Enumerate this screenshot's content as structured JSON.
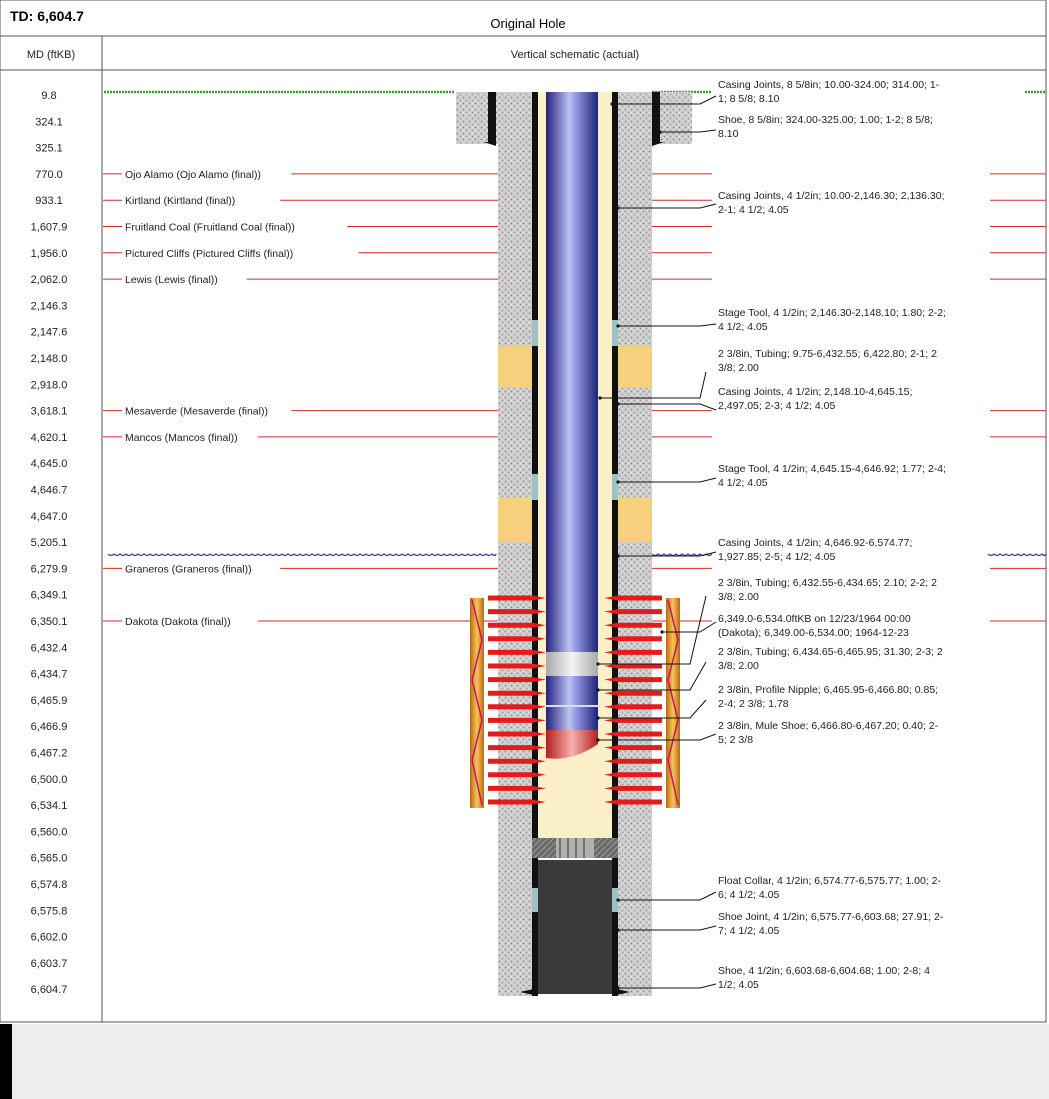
{
  "header": {
    "td": "TD: 6,604.7",
    "section": "Original Hole",
    "md_col": "MD (ftKB)",
    "schem_col": "Vertical schematic (actual)"
  },
  "md_labels": [
    "9.8",
    "324.1",
    "325.1",
    "770.0",
    "933.1",
    "1,607.9",
    "1,956.0",
    "2,062.0",
    "2,146.3",
    "2,147.6",
    "2,148.0",
    "2,918.0",
    "3,618.1",
    "4,620.1",
    "4,645.0",
    "4,646.7",
    "4,647.0",
    "5,205.1",
    "6,279.9",
    "6,349.1",
    "6,350.1",
    "6,432.4",
    "6,434.7",
    "6,465.9",
    "6,466.9",
    "6,467.2",
    "6,500.0",
    "6,534.1",
    "6,560.0",
    "6,565.0",
    "6,574.8",
    "6,575.8",
    "6,602.0",
    "6,603.7",
    "6,604.7"
  ],
  "formations": [
    {
      "md_index": 3,
      "label": "Ojo Alamo (Ojo Alamo (final))"
    },
    {
      "md_index": 4,
      "label": "Kirtland (Kirtland (final))"
    },
    {
      "md_index": 5,
      "label": "Fruitland Coal (Fruitland Coal (final))"
    },
    {
      "md_index": 6,
      "label": "Pictured Cliffs (Pictured Cliffs (final))"
    },
    {
      "md_index": 7,
      "label": "Lewis (Lewis (final))"
    },
    {
      "md_index": 12,
      "label": "Mesaverde (Mesaverde (final))"
    },
    {
      "md_index": 13,
      "label": "Mancos (Mancos (final))"
    },
    {
      "md_index": 18,
      "label": "Graneros (Graneros (final))"
    },
    {
      "md_index": 20,
      "label": "Dakota (Dakota (final))"
    }
  ],
  "annotations": [
    {
      "lines": [
        "Casing Joints, 8 5/8in; 10.00-324.00; 314.00; 1-",
        "1; 8 5/8; 8.10"
      ]
    },
    {
      "lines": [
        "Shoe, 8 5/8in; 324.00-325.00; 1.00; 1-2; 8 5/8;",
        "8.10"
      ]
    },
    {
      "lines": [
        "Casing Joints, 4 1/2in; 10.00-2,146.30; 2,136.30;",
        "2-1; 4 1/2; 4.05"
      ]
    },
    {
      "lines": [
        "Stage Tool, 4 1/2in; 2,146.30-2,148.10; 1.80; 2-2;",
        "4 1/2; 4.05"
      ]
    },
    {
      "lines": [
        "2 3/8in, Tubing; 9.75-6,432.55; 6,422.80; 2-1; 2",
        "3/8; 2.00"
      ]
    },
    {
      "lines": [
        "Casing Joints, 4 1/2in; 2,148.10-4,645.15;",
        "2,497.05; 2-3; 4 1/2; 4.05"
      ]
    },
    {
      "lines": [
        "Stage Tool, 4 1/2in; 4,645.15-4,646.92; 1.77; 2-4;",
        "4 1/2; 4.05"
      ]
    },
    {
      "lines": [
        "Casing Joints, 4 1/2in; 4,646.92-6,574.77;",
        "1,927.85; 2-5; 4 1/2; 4.05"
      ]
    },
    {
      "lines": [
        "2 3/8in, Tubing; 6,432.55-6,434.65; 2.10; 2-2; 2",
        "3/8; 2.00"
      ]
    },
    {
      "lines": [
        "6,349.0-6,534.0ftKB on 12/23/1964 00:00",
        "(Dakota); 6,349.00-6,534.00; 1964-12-23"
      ]
    },
    {
      "lines": [
        "2 3/8in, Tubing; 6,434.65-6,465.95; 31.30; 2-3; 2",
        "3/8; 2.00"
      ]
    },
    {
      "lines": [
        "2 3/8in, Profile Nipple; 6,465.95-6,466.80; 0.85;",
        "2-4; 2 3/8; 1.78"
      ]
    },
    {
      "lines": [
        "2 3/8in, Mule Shoe; 6,466.80-6,467.20; 0.40; 2-",
        "5; 2 3/8"
      ]
    },
    {
      "lines": [
        "Float Collar, 4 1/2in; 6,574.77-6,575.77; 1.00; 2-",
        "6; 4 1/2; 4.05"
      ]
    },
    {
      "lines": [
        "Shoe Joint, 4 1/2in; 6,575.77-6,603.68; 27.91; 2-",
        "7; 4 1/2; 4.05"
      ]
    },
    {
      "lines": [
        "Shoe, 4 1/2in; 6,603.68-6,604.68; 1.00; 2-8; 4",
        "1/2; 4.05"
      ]
    }
  ],
  "colors": {
    "formation_line": "#d42a2a",
    "casing": "#111111",
    "cement": "#c9c9c9",
    "fluid": "#fbefc8",
    "tubing": "#3b3fb5",
    "perforation": "#e31b1b",
    "ground": "#3e9b32",
    "water": "#2b2f8c",
    "zone": "#d9902a"
  }
}
